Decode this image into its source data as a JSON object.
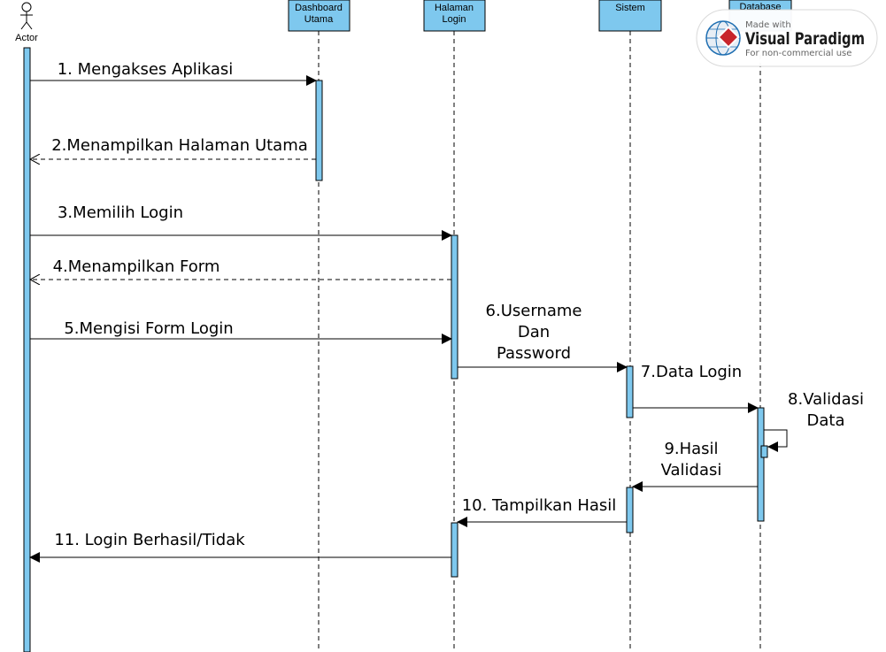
{
  "diagram": {
    "actor": {
      "label": "Actor"
    },
    "lifelines": [
      {
        "id": "dashboard",
        "lines": [
          "Dashboard",
          "Utama"
        ]
      },
      {
        "id": "login",
        "lines": [
          "Halaman",
          "Login"
        ]
      },
      {
        "id": "sistem",
        "lines": [
          "Sistem"
        ]
      },
      {
        "id": "database",
        "lines": [
          "Database"
        ]
      }
    ],
    "messages": [
      {
        "id": "m1",
        "lines": [
          "1. Mengakses Aplikasi"
        ],
        "type": "sync"
      },
      {
        "id": "m2",
        "lines": [
          "2.Menampilkan Halaman Utama"
        ],
        "type": "return"
      },
      {
        "id": "m3",
        "lines": [
          "3.Memilih Login"
        ],
        "type": "sync"
      },
      {
        "id": "m4",
        "lines": [
          "4.Menampilkan Form"
        ],
        "type": "return"
      },
      {
        "id": "m5",
        "lines": [
          "5.Mengisi Form Login"
        ],
        "type": "sync"
      },
      {
        "id": "m6",
        "lines": [
          "6.Username",
          "Dan",
          "Password"
        ],
        "type": "sync"
      },
      {
        "id": "m7",
        "lines": [
          "7.Data Login"
        ],
        "type": "sync"
      },
      {
        "id": "m8",
        "lines": [
          "8.Validasi",
          "Data"
        ],
        "type": "self"
      },
      {
        "id": "m9",
        "lines": [
          "9.Hasil",
          "Validasi"
        ],
        "type": "sync"
      },
      {
        "id": "m10",
        "lines": [
          "10. Tampilkan Hasil"
        ],
        "type": "sync"
      },
      {
        "id": "m11",
        "lines": [
          "11. Login Berhasil/Tidak"
        ],
        "type": "sync"
      }
    ]
  },
  "watermark": {
    "made_with": "Made with",
    "brand": "Visual Paradigm",
    "note": "For non-commercial use"
  },
  "colors": {
    "lifeline_fill": "#7ec8ee",
    "watermark_red": "#c8242b",
    "watermark_blue": "#1f6fb2"
  }
}
